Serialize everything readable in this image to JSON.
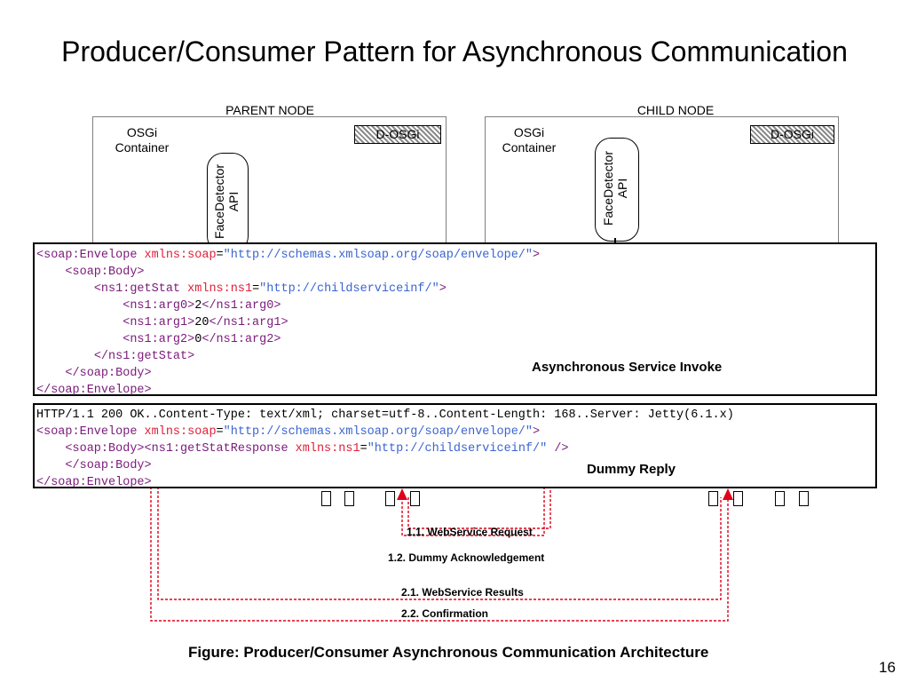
{
  "title": "Producer/Consumer Pattern for Asynchronous Communication",
  "parent_node": {
    "label": "PARENT NODE",
    "container_line1": "OSGi",
    "container_line2": "Container",
    "dosgi": "D-OSGi",
    "api_line1": "FaceDetector",
    "api_line2": "API"
  },
  "child_node": {
    "label": "CHILD NODE",
    "container_line1": "OSGi",
    "container_line2": "Container",
    "dosgi": "D-OSGi",
    "api_line1": "FaceDetector",
    "api_line2": "API"
  },
  "request_box": {
    "caption": "Asynchronous Service Invoke",
    "lines": [
      {
        "indent": "",
        "parts": [
          [
            "tag",
            "<soap:Envelope "
          ],
          [
            "attr",
            "xmlns:soap"
          ],
          [
            "plain",
            "="
          ],
          [
            "val",
            "\"http://schemas.xmlsoap.org/soap/envelope/\""
          ],
          [
            "tag",
            ">"
          ]
        ]
      },
      {
        "indent": "    ",
        "parts": [
          [
            "tag",
            "<soap:Body>"
          ]
        ]
      },
      {
        "indent": "        ",
        "parts": [
          [
            "tag",
            "<ns1:getStat "
          ],
          [
            "attr",
            "xmlns:ns1"
          ],
          [
            "plain",
            "="
          ],
          [
            "val",
            "\"http://childserviceinf/\""
          ],
          [
            "tag",
            ">"
          ]
        ]
      },
      {
        "indent": "            ",
        "parts": [
          [
            "tag",
            "<ns1:arg0>"
          ],
          [
            "plain",
            "2"
          ],
          [
            "tag",
            "</ns1:arg0>"
          ]
        ]
      },
      {
        "indent": "            ",
        "parts": [
          [
            "tag",
            "<ns1:arg1>"
          ],
          [
            "plain",
            "20"
          ],
          [
            "tag",
            "</ns1:arg1>"
          ]
        ]
      },
      {
        "indent": "            ",
        "parts": [
          [
            "tag",
            "<ns1:arg2>"
          ],
          [
            "plain",
            "0"
          ],
          [
            "tag",
            "</ns1:arg2>"
          ]
        ]
      },
      {
        "indent": "        ",
        "parts": [
          [
            "tag",
            "</ns1:getStat>"
          ]
        ]
      },
      {
        "indent": "    ",
        "parts": [
          [
            "tag",
            "</soap:Body>"
          ]
        ]
      },
      {
        "indent": "",
        "parts": [
          [
            "tag",
            "</soap:Envelope>"
          ]
        ]
      }
    ]
  },
  "reply_box": {
    "caption": "Dummy Reply",
    "lines": [
      {
        "indent": "",
        "parts": [
          [
            "plain",
            "HTTP/1.1 200 OK..Content-Type: text/xml; charset=utf-8..Content-Length: 168..Server: Jetty(6.1.x)"
          ]
        ]
      },
      {
        "indent": "",
        "parts": [
          [
            "tag",
            "<soap:Envelope "
          ],
          [
            "attr",
            "xmlns:soap"
          ],
          [
            "plain",
            "="
          ],
          [
            "val",
            "\"http://schemas.xmlsoap.org/soap/envelope/\""
          ],
          [
            "tag",
            ">"
          ]
        ]
      },
      {
        "indent": "    ",
        "parts": [
          [
            "tag",
            "<soap:Body><ns1:getStatResponse "
          ],
          [
            "attr",
            "xmlns:ns1"
          ],
          [
            "plain",
            "="
          ],
          [
            "val",
            "\"http://childserviceinf/\""
          ],
          [
            "tag",
            " />"
          ]
        ]
      },
      {
        "indent": "    ",
        "parts": [
          [
            "tag",
            "</soap:Body>"
          ]
        ]
      },
      {
        "indent": "",
        "parts": [
          [
            "tag",
            "</soap:Envelope>"
          ]
        ]
      }
    ]
  },
  "flows": {
    "f11": "1.1. WebService Request",
    "f12": "1.2. Dummy Acknowledgement",
    "f21": "2.1. WebService Results",
    "f22": "2.2. Confirmation"
  },
  "colors": {
    "arrow": "#e0001a",
    "tag": "#7a1a7a",
    "attr": "#e0203a",
    "value": "#3a64d0"
  },
  "figure_caption": "Figure: Producer/Consumer Asynchronous Communication Architecture",
  "page_number": "16"
}
